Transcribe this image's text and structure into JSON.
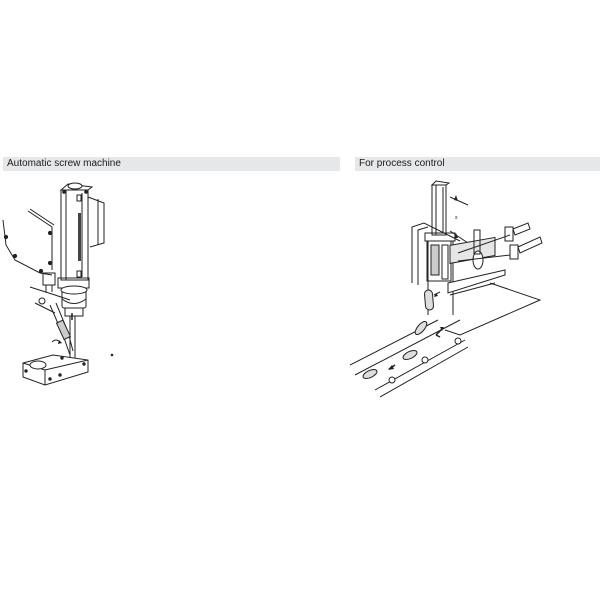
{
  "sections": [
    {
      "caption": "Automatic screw machine",
      "illustration": "automatic-screw-machine-drawing"
    },
    {
      "caption": "For process control",
      "illustration": "process-control-conveyor-drawing"
    }
  ],
  "colors": {
    "caption_bar": "#e6e7e9",
    "caption_text": "#1a1a1a",
    "line_art": "#222222",
    "shading": "#d9d9d9"
  }
}
